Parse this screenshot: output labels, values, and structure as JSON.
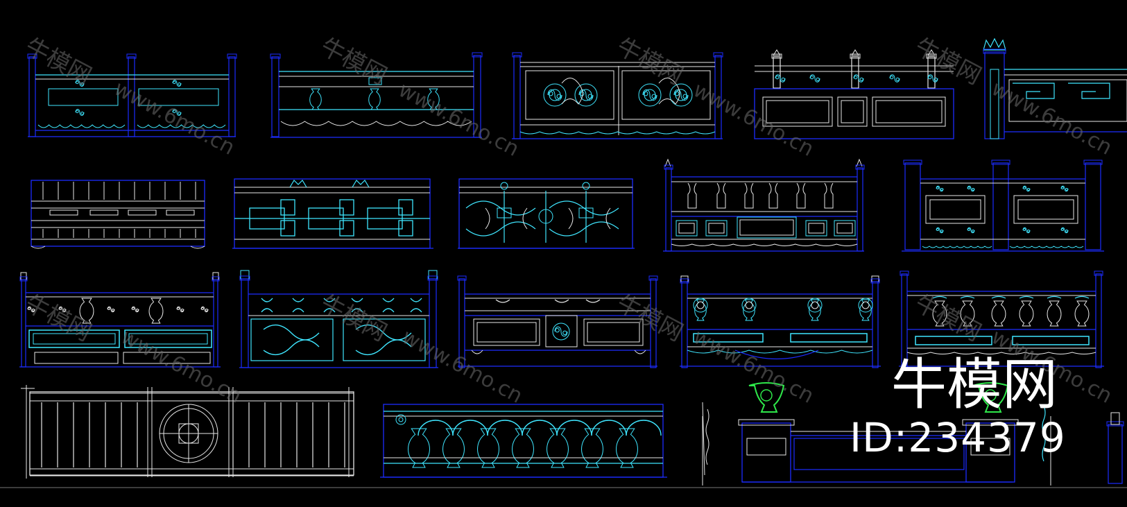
{
  "watermark": {
    "cn": "牛模网",
    "url": "www.6mo.cn"
  },
  "brand": {
    "name": "牛模网",
    "id_text": "ID:234379"
  },
  "colors": {
    "background": "#000000",
    "frame_blue": "#1c2cff",
    "detail_cyan": "#3fe6ff",
    "line_white": "#e8e8e8",
    "ornament_green": "#2ee84a",
    "watermark_grey": "#6d6d6d"
  },
  "panels": [
    {
      "row": 1,
      "index": 1,
      "style": "posts-with-cloud-scroll-panels"
    },
    {
      "row": 1,
      "index": 2,
      "style": "rails-with-carved-balusters"
    },
    {
      "row": 1,
      "index": 3,
      "style": "carved-floral-panels"
    },
    {
      "row": 1,
      "index": 4,
      "style": "posts-with-framed-plaques"
    },
    {
      "row": 1,
      "index": 5,
      "style": "fret-pattern-rail"
    },
    {
      "row": 2,
      "index": 1,
      "style": "vertical-slat-railing"
    },
    {
      "row": 2,
      "index": 2,
      "style": "interlocking-fret-lattice"
    },
    {
      "row": 2,
      "index": 3,
      "style": "scrollwork-lattice"
    },
    {
      "row": 2,
      "index": 4,
      "style": "vase-baluster-railing"
    },
    {
      "row": 2,
      "index": 5,
      "style": "post-and-panel-railing"
    },
    {
      "row": 3,
      "index": 1,
      "style": "urn-baluster-railing"
    },
    {
      "row": 3,
      "index": 2,
      "style": "ruyi-cloud-panels"
    },
    {
      "row": 3,
      "index": 3,
      "style": "framed-panels-with-carving"
    },
    {
      "row": 3,
      "index": 4,
      "style": "flower-pot-railing"
    },
    {
      "row": 3,
      "index": 5,
      "style": "baluster-row-railing"
    },
    {
      "row": 4,
      "index": 1,
      "style": "slat-fence-with-round-window"
    },
    {
      "row": 4,
      "index": 2,
      "style": "arched-vase-balustrade"
    },
    {
      "row": 4,
      "index": 3,
      "style": "planter-pedestal-railing"
    }
  ]
}
